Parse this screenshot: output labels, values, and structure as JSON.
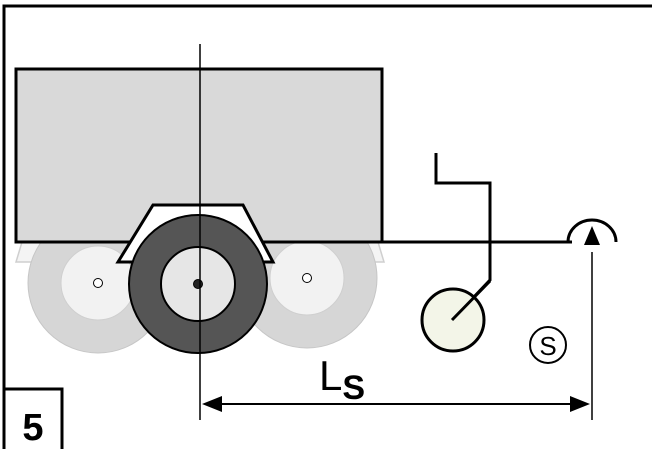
{
  "figure": {
    "number": "5",
    "distance_label_main": "L",
    "distance_label_sub": "S",
    "point_label": "S"
  },
  "colors": {
    "line": "#000000",
    "body_fill": "#d9d9d9",
    "front_wheel": "#555555",
    "hub_fill": "#e6e6e6",
    "ghost_wheel": "#d6d6d6",
    "ghost_hub": "#f2f2f2",
    "sensor_fill": "#f3f5e8"
  }
}
